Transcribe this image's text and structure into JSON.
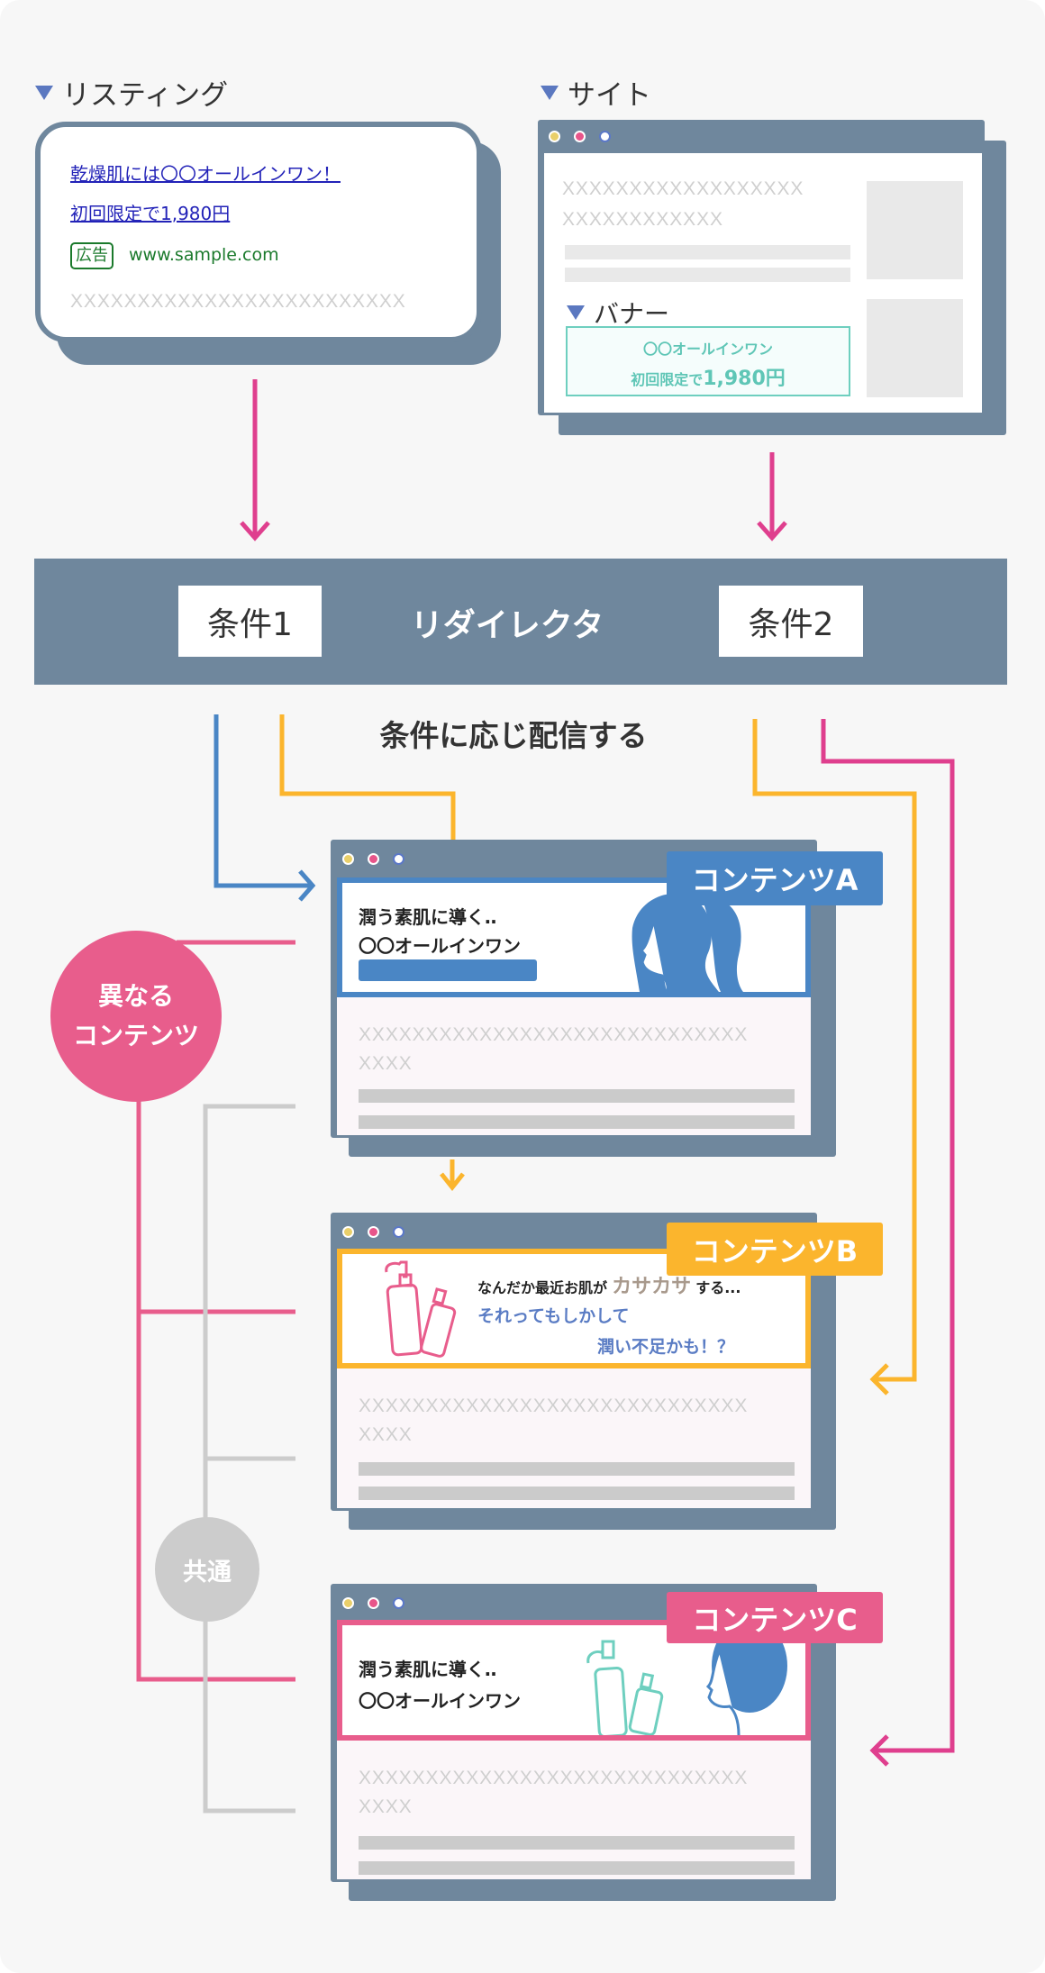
{
  "listing": {
    "heading": "リスティング",
    "ad_title": "乾燥肌には〇〇オールインワン！",
    "ad_subtitle": "初回限定で1,980円",
    "ad_badge": "広告",
    "ad_url": "www.sample.com",
    "ad_description": "XXXXXXXXXXXXXXXXXXXXXXXXX"
  },
  "site": {
    "heading": "サイト",
    "text_line1": "XXXXXXXXXXXXXXXXXX",
    "text_line2": "XXXXXXXXXXXX",
    "banner_heading": "バナー",
    "banner_line1": "〇〇オールインワン",
    "banner_line2_prefix": "初回限定で",
    "banner_price": "1,980円"
  },
  "redirector": {
    "condition1": "条件1",
    "title": "リダイレクタ",
    "condition2": "条件2"
  },
  "distribute_label": "条件に応じ配信する",
  "badges": {
    "different_line1": "異なる",
    "different_line2": "コンテンツ",
    "common": "共通"
  },
  "contents": {
    "a": {
      "label": "コンテンツA",
      "line1": "潤う素肌に導く‥",
      "line2": "〇〇オールインワン"
    },
    "b": {
      "label": "コンテンツB",
      "line1_prefix": "なんだか最近お肌が",
      "line1_emph": "カサカサ",
      "line1_suffix": "する...",
      "line2": "それってもしかして",
      "line3": "潤い不足かも！？"
    },
    "c": {
      "label": "コンテンツC",
      "line1": "潤う素肌に導く‥",
      "line2": "〇〇オールインワン"
    },
    "body_line1": "XXXXXXXXXXXXXXXXXXXXXXXXXXXXX",
    "body_line2": "XXXX"
  },
  "colors": {
    "slate": "#6f879d",
    "blue": "#4a86c5",
    "yellow": "#fbb52d",
    "pink": "#e85d8c",
    "magenta": "#df3f8e",
    "teal": "#6ecfbf",
    "grey": "#cccccc"
  }
}
